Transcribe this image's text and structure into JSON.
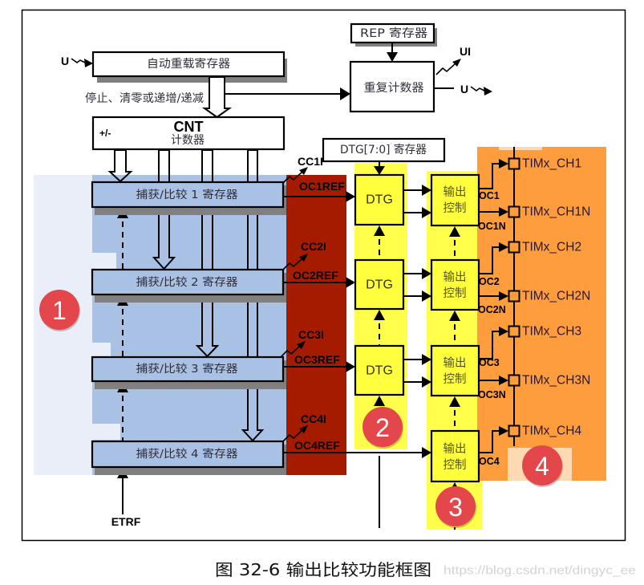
{
  "figure": {
    "caption": "图 32-6 输出比较功能框图",
    "watermark": "https://blog.csdn.net/dingyc_ee"
  },
  "timebase": {
    "update_event_in_label": "U",
    "auto_reload_register": "自动重载寄存器",
    "counter_control_label": "停止、清零或递增/递减",
    "counter_title": "CNT",
    "counter_subtitle": "计数器",
    "counter_direction": "+/-",
    "rep_register": "REP 寄存器",
    "repetition_counter": "重复计数器",
    "update_interrupt_label": "UI",
    "update_event_out_label": "U"
  },
  "capture_compare": {
    "channels": [
      {
        "register": "捕获/比较 1 寄存器",
        "interrupt": "CC1I",
        "ref": "OC1REF"
      },
      {
        "register": "捕获/比较 2 寄存器",
        "interrupt": "CC2I",
        "ref": "OC2REF"
      },
      {
        "register": "捕获/比较 3 寄存器",
        "interrupt": "CC3I",
        "ref": "OC3REF"
      },
      {
        "register": "捕获/比较 4 寄存器",
        "interrupt": "CC4I",
        "ref": "OC4REF"
      }
    ],
    "etrf_label": "ETRF"
  },
  "dead_time": {
    "register": "DTG[7:0] 寄存器",
    "blocks": [
      "DTG",
      "DTG",
      "DTG"
    ]
  },
  "output_control": {
    "blocks": [
      {
        "line1": "输出",
        "line2": "控制"
      },
      {
        "line1": "输出",
        "line2": "控制"
      },
      {
        "line1": "输出",
        "line2": "控制"
      },
      {
        "line1": "输出",
        "line2": "控制"
      }
    ],
    "outputs": [
      "OC1",
      "OC1N",
      "OC2",
      "OC2N",
      "OC3",
      "OC3N",
      "OC4"
    ]
  },
  "pins": [
    "TIMx_CH1",
    "TIMx_CH1N",
    "TIMx_CH2",
    "TIMx_CH2N",
    "TIMx_CH3",
    "TIMx_CH3N",
    "TIMx_CH4"
  ],
  "badges": [
    "1",
    "2",
    "3",
    "4"
  ],
  "colors": {
    "region_1_pale": "#e9eef8",
    "region_1_blue": "#a9c1e5",
    "region_1_red": "#a51b00",
    "region_yellow": "#ffff4c",
    "box_yellow": "#ffff3e",
    "region_4_orange": "#fd9d3d",
    "region_4_light": "#fdd9b4",
    "badge_red": "#e3474b",
    "box_shadow": "#808080",
    "box_white": "#ffffff"
  }
}
